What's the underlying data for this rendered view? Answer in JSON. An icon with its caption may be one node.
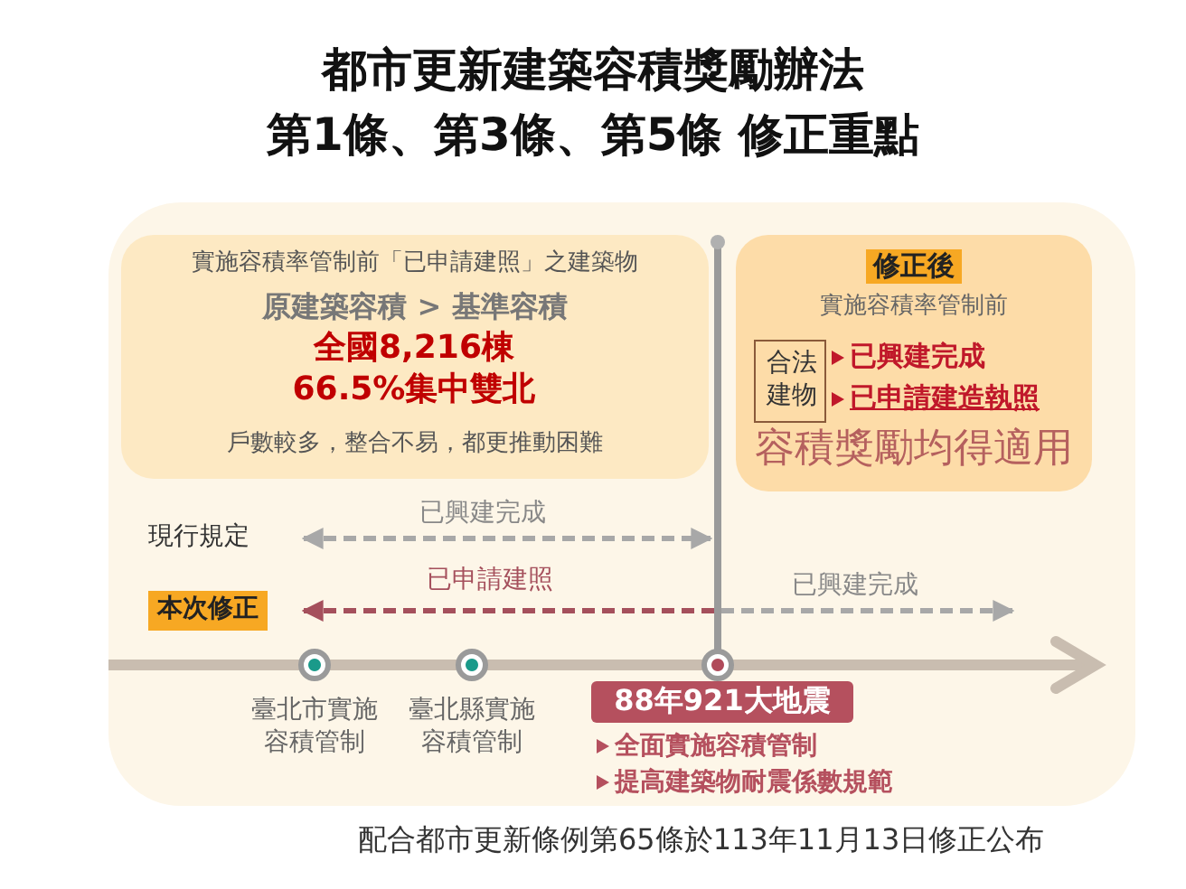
{
  "diagram": {
    "title": "都市更新建築容積獎勵辦法",
    "caption": "配合都市更新條例第65條於113年11月13日修正公布",
    "nodes": [
      {
        "text": [
          "實施容積率管制前「已申請建照」之建築物",
          "原建築容積 > 基準容積",
          "全國8,216棟 66.5%集中雙北",
          "戶數較多，整合不易，都更推動困難"
        ]
      },
      {
        "text": [
          "修正後",
          "實施容積率管制前",
          "已興建完成",
          "已申請建造執照",
          "容積獎勵均得適用"
        ]
      },
      {
        "text": [
          "合法建物"
        ],
        "in": 1
      },
      {
        "text": [
          "本次修正"
        ]
      },
      {
        "text": [],
        "shape": "circle",
        "beside": [
          "臺北市實施容積管制"
        ]
      },
      {
        "text": [],
        "shape": "circle",
        "beside": [
          "臺北縣實施容積管制"
        ]
      },
      {
        "text": [],
        "shape": "circle"
      },
      {
        "text": [
          "88年921大地震"
        ],
        "beside": [
          "全面實施容積管制",
          "提高建築物耐震係數規範"
        ]
      }
    ],
    "labels": [
      "第1條、第3條、第5條 修正重點",
      "現行規定",
      "已興建完成",
      "已申請建照",
      "已興建完成"
    ]
  }
}
